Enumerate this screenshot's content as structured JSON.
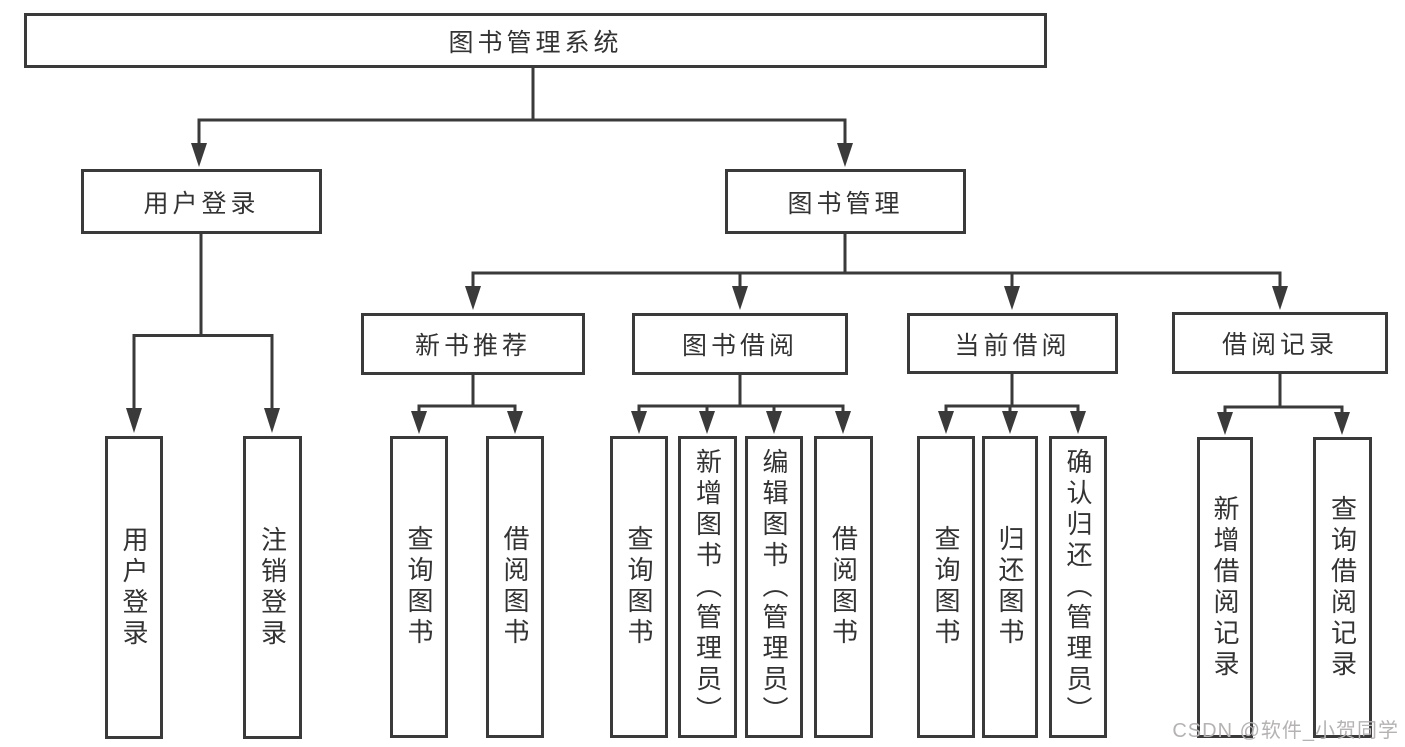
{
  "diagram_type": "hierarchy-tree",
  "colors": {
    "line": "#3a3a3a",
    "border": "#3a3a3a",
    "text": "#333333",
    "box_background": "#ffffff",
    "watermark": "#b5b2b2"
  },
  "tree": {
    "label": "图书管理系统",
    "children": [
      {
        "label": "用户登录",
        "children": [
          {
            "label": "用户登录"
          },
          {
            "label": "注销登录"
          }
        ]
      },
      {
        "label": "图书管理",
        "children": [
          {
            "label": "新书推荐",
            "children": [
              {
                "label": "查询图书"
              },
              {
                "label": "借阅图书"
              }
            ]
          },
          {
            "label": "图书借阅",
            "children": [
              {
                "label": "查询图书"
              },
              {
                "label": "新增图书（管理员）"
              },
              {
                "label": "编辑图书（管理员）"
              },
              {
                "label": "借阅图书"
              }
            ]
          },
          {
            "label": "当前借阅",
            "children": [
              {
                "label": "查询图书"
              },
              {
                "label": "归还图书"
              },
              {
                "label": "确认归还（管理员）"
              }
            ]
          },
          {
            "label": "借阅记录",
            "children": [
              {
                "label": "新增借阅记录"
              },
              {
                "label": "查询借阅记录"
              }
            ]
          }
        ]
      }
    ]
  },
  "watermark": "CSDN @软件_小贺同学"
}
